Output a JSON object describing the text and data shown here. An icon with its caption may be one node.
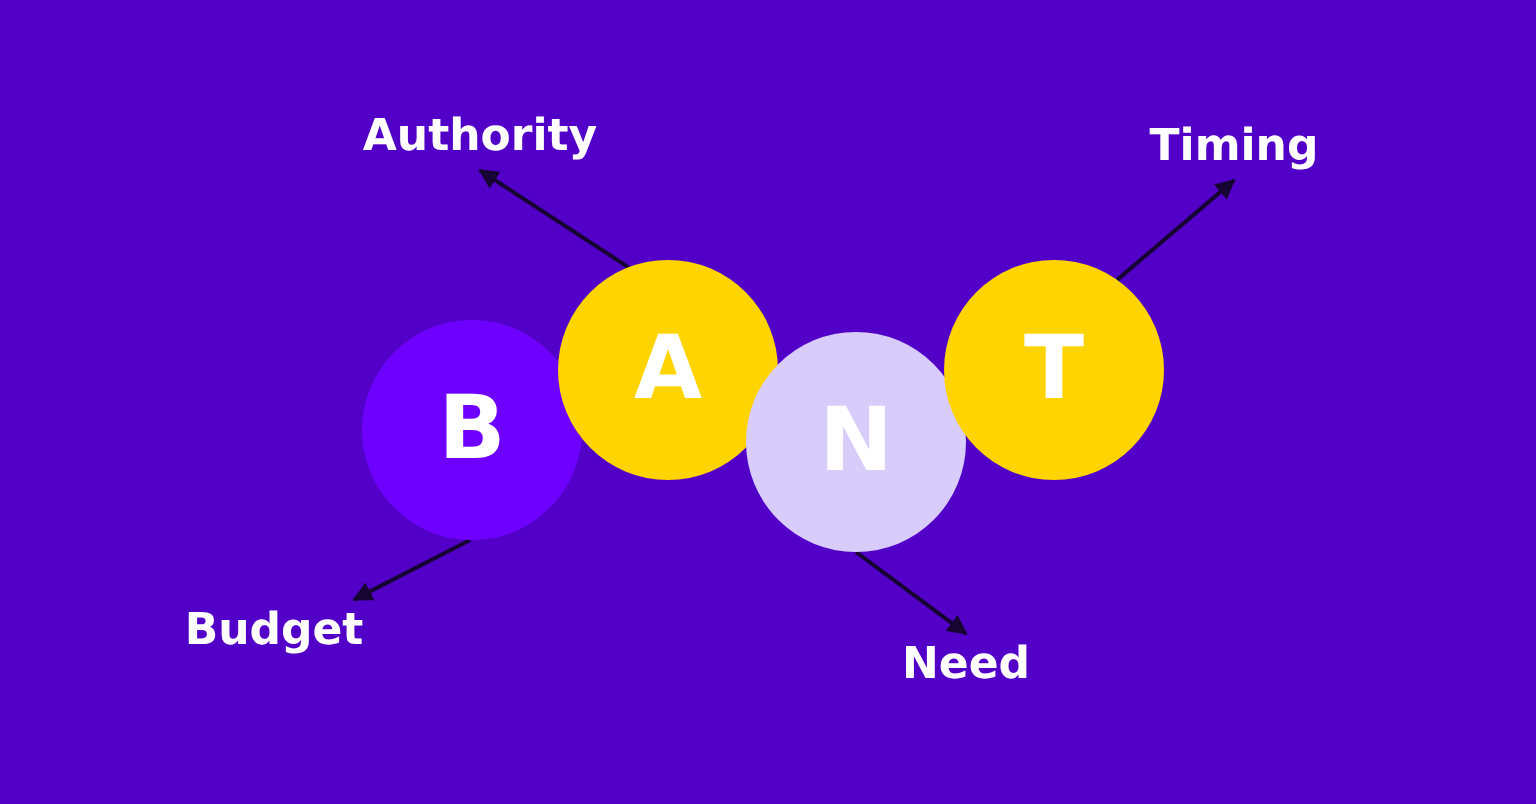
{
  "diagram": {
    "nodes": [
      {
        "text": [
          "B"
        ]
      },
      {
        "text": [
          "A"
        ]
      },
      {
        "text": [
          "N"
        ]
      },
      {
        "text": [
          "T"
        ]
      },
      {
        "text": [
          "Authority"
        ]
      },
      {
        "text": [
          "Timing"
        ]
      },
      {
        "text": [
          "Budget"
        ]
      },
      {
        "text": [
          "Need"
        ]
      }
    ],
    "edges": [
      {
        "from": 1,
        "to": 4,
        "arrow": "to"
      },
      {
        "from": 3,
        "to": 5,
        "arrow": "to"
      },
      {
        "from": 0,
        "to": 6,
        "arrow": "to"
      },
      {
        "from": 2,
        "to": 7,
        "arrow": "to"
      }
    ]
  }
}
